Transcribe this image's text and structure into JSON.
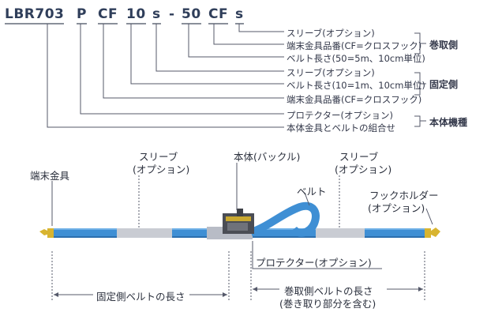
{
  "code_parts": [
    {
      "key": "base",
      "text": "LBR703"
    },
    {
      "key": "protector",
      "text": "P"
    },
    {
      "key": "fixed_hook",
      "text": "CF"
    },
    {
      "key": "fixed_len",
      "text": "10"
    },
    {
      "key": "fixed_sleeve",
      "text": "s"
    },
    {
      "key": "dash",
      "text": "-"
    },
    {
      "key": "wind_len",
      "text": "50"
    },
    {
      "key": "wind_hook",
      "text": "CF"
    },
    {
      "key": "wind_sleeve",
      "text": "s"
    }
  ],
  "descriptions": [
    "スリーブ(オプション)",
    "端末金具品番(CF=クロスフック)",
    "ベルト長さ(50=5m、10cm単位)",
    "スリーブ(オプション)",
    "ベルト長さ(10=1m、10cm単位)",
    "端末金具品番(CF=クロスフック)",
    "プロテクター(オプション)",
    "本体金具とベルトの組合せ"
  ],
  "groups": {
    "winding": "巻取側",
    "fixed": "固定側",
    "body": "本体機種"
  },
  "diagram_labels": {
    "end_fitting": "端末金具",
    "sleeve_left_1": "スリーブ",
    "sleeve_left_2": "(オプション)",
    "body_buckle": "本体(バックル)",
    "belt": "ベルト",
    "sleeve_right_1": "スリーブ",
    "sleeve_right_2": "(オプション)",
    "hook_holder_1": "フックホルダー",
    "hook_holder_2": "(オプション)",
    "protector": "プロテクター(オプション)",
    "fixed_length": "固定側ベルトの長さ",
    "winding_length_1": "巻取側ベルトの長さ",
    "winding_length_2": "(巻き取り部分を含む)"
  },
  "colors": {
    "code": "#2f3e5a",
    "belt": "#3f8fd4",
    "belt_dark": "#2c6fae",
    "sleeve": "#c9ccd3",
    "hook": "#d8b430",
    "leader": "#55596a"
  }
}
